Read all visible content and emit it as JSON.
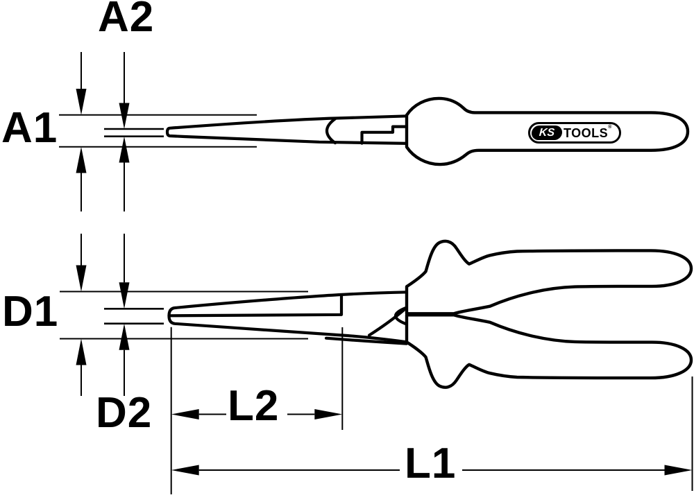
{
  "drawing": {
    "title": "pliers-technical-drawing",
    "background_color": "#ffffff",
    "line_color": "#000000",
    "views": {
      "side_view": {
        "description": "side profile of flat nose pliers with closed handle silhouette",
        "labels": {
          "a1": "A1",
          "a2": "A2"
        }
      },
      "top_view": {
        "description": "top profile of flat nose pliers with spread handles",
        "labels": {
          "d1": "D1",
          "d2": "D2",
          "l1": "L1",
          "l2": "L2"
        }
      }
    },
    "logo": {
      "brand_left": "KS",
      "brand_right": "TOOLS",
      "registered_mark": "®"
    }
  }
}
